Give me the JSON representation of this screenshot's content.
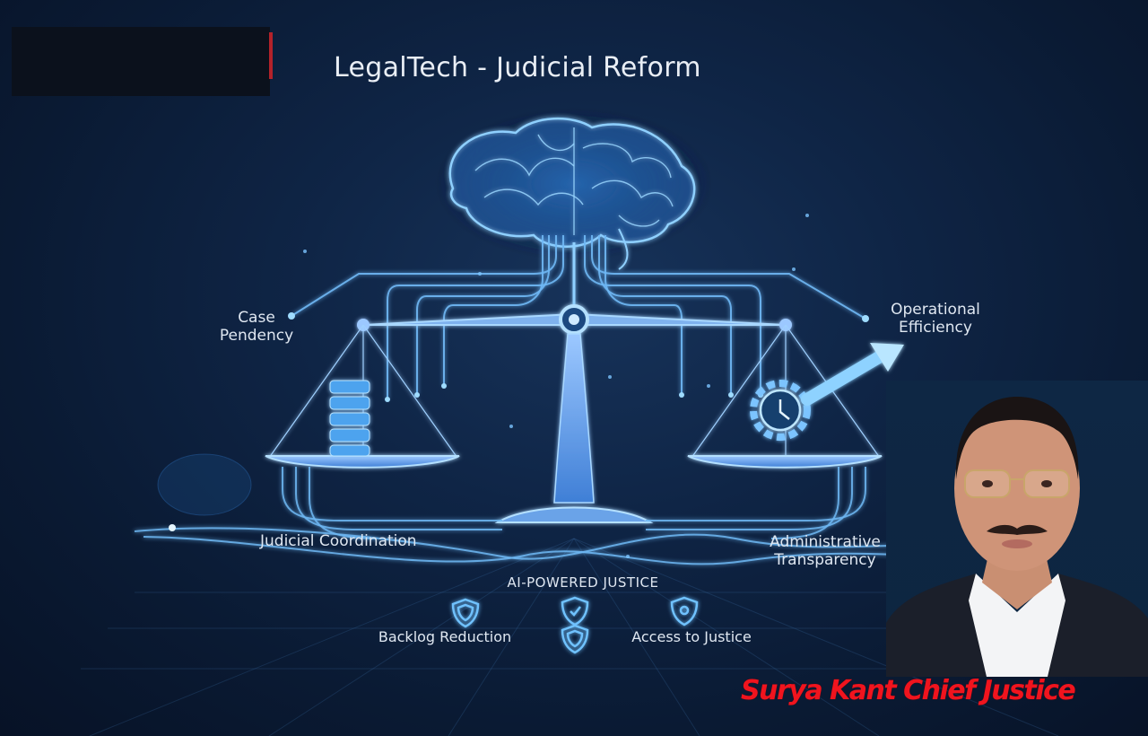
{
  "header": {
    "title": "LegalTech - Judicial Reform"
  },
  "illustration": {
    "labels": {
      "case_pendency": [
        "Case",
        "Pendency"
      ],
      "operational_efficiency": [
        "Operational",
        "Efficiency"
      ],
      "judicial_coordination": "Judicial Coordination",
      "administrative_transparency": [
        "Administrative",
        "Transparency"
      ]
    },
    "ai_section": {
      "title": "AI-POWERED JUSTICE",
      "items": [
        {
          "label": "Backlog Reduction",
          "icon": "shield-icon"
        },
        {
          "label": "Access to Justice",
          "icon": "shield-icon"
        }
      ]
    },
    "colors": {
      "glow": "#5fb4ff",
      "line": "#6fb8f5",
      "scale_fill": "#7fb2ee"
    }
  },
  "portrait": {
    "caption": "Surya Kant Chief Justice",
    "caption_color": "#f0141e"
  }
}
